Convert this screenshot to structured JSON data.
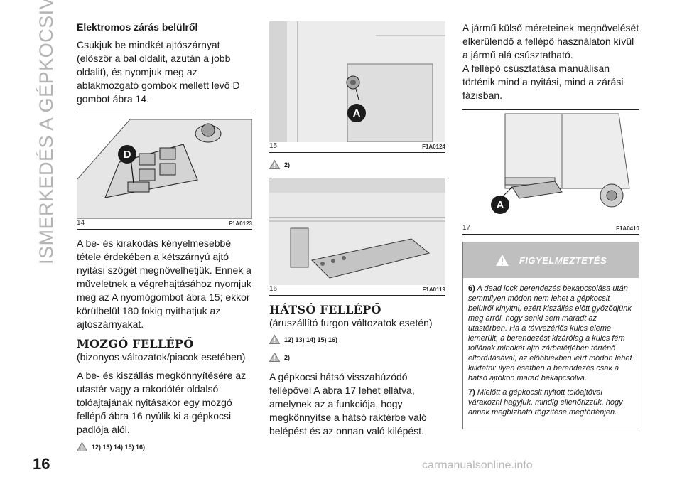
{
  "page": {
    "side_title": "ISMERKEDÉS A GÉPKOCSIVAL",
    "number": "16",
    "watermark": "carmanualsonline.info"
  },
  "col1": {
    "heading": "Elektromos zárás belülről",
    "intro": "Csukjuk be mindkét ajtószárnyat (először a bal oldalit, azután a jobb oldalit), és nyomjuk meg az ablakmozgató gombok mellett levő D gombot ábra 14.",
    "fig14": {
      "num": "14",
      "code": "F1A0123",
      "callout": "D"
    },
    "para2": "A be- és kirakodás kényelmesebbé tétele érdekében a kétszárnyú ajtó nyitási szögét megnövelhetjük. Ennek a műveletnek a végrehajtásához nyomjuk meg az A nyomógombot ábra 15; ekkor körülbelül 180 fokig nyithatjuk az ajtószárnyakat.",
    "section_title": "MOZGÓ FELLÉPŐ",
    "section_sub": "(bizonyos változatok/piacok esetében)",
    "para3": "A be- és kiszállás megkönnyítésére az utastér vagy a rakodótér oldalsó tolóajtajának nyitásakor egy mozgó fellépő ábra 16 nyúlik ki a gépkocsi padlója alól.",
    "refs": "12) 13) 14) 15) 16)"
  },
  "col2": {
    "fig15": {
      "num": "15",
      "code": "F1A0124",
      "callout": "A"
    },
    "ref_a": "2)",
    "fig16": {
      "num": "16",
      "code": "F1A0119"
    },
    "section_title": "HÁTSÓ FELLÉPŐ",
    "section_sub": "(áruszállító furgon változatok esetén)",
    "refs1": "12) 13) 14) 15) 16)",
    "refs2": "2)",
    "para": "A gépkocsi hátsó visszahúzódó fellépővel A ábra 17 lehet ellátva, amelynek az a funkciója, hogy megkönnyítse a hátsó raktérbe való belépést és az onnan való kilépést."
  },
  "col3": {
    "para1": "A jármű külső méreteinek megnövelését elkerülendő a fellépő használaton kívül a jármű alá csúsztatható.",
    "para2": "A fellépő csúsztatása manuálisan történik mind a nyitási, mind a zárási fázisban.",
    "fig17": {
      "num": "17",
      "code": "F1A0410",
      "callout": "A"
    },
    "warning": {
      "title": "FIGYELMEZTETÉS",
      "item6_num": "6)",
      "item6": "A dead lock berendezés bekapcsolása után semmilyen módon nem lehet a gépkocsit belülről kinyitni, ezért kiszállás előtt győződjünk meg arról, hogy senki sem maradt az utastérben. Ha a távvezérlős kulcs eleme lemerült, a berendezést kizárólag a kulcs fém tollának mindkét ajtó zárbetétjében történő elfordításával, az előbbiekben leírt módon lehet kiiktatni: ilyen esetben a berendezés csak a hátsó ajtókon marad bekapcsolva.",
      "item7_num": "7)",
      "item7": "Mielőtt a gépkocsit nyitott tolóajtóval várakozni hagyjuk, mindig ellenőrizzük, hogy annak megbízható rögzítése megtörténjen."
    }
  }
}
